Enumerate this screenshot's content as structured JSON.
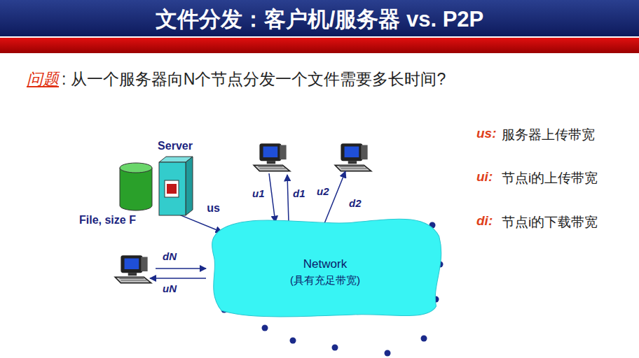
{
  "diagram": {
    "title": "文件分发：客户机/服务器 vs. P2P",
    "nodes": [
      {
        "text": [
          "Server"
        ]
      },
      {
        "text": [
          "File, size F"
        ]
      },
      {
        "text": [
          "Network",
          "(具有充足带宽)"
        ]
      }
    ],
    "edges": [
      {
        "from": 0,
        "to": 2,
        "arrow": "to",
        "label": "us"
      }
    ],
    "labels": [
      "问题",
      ": 从一个服务器向N个节点分发一个文件需要多长时间?",
      "u1",
      "d1",
      "u2",
      "d2",
      "dN",
      "uN",
      "us:",
      "服务器上传带宽",
      "ui:",
      "节点i的上传带宽",
      "di:",
      "节点i的下载带宽"
    ]
  }
}
